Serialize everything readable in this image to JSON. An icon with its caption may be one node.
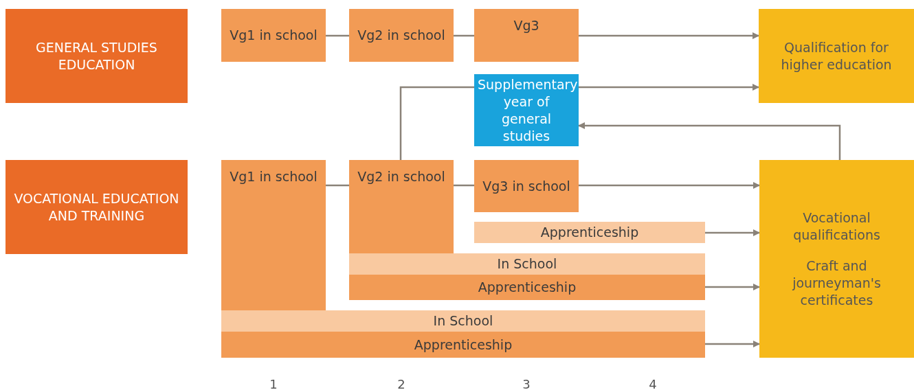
{
  "diagram": {
    "nodes": [
      {
        "text": [
          "GENERAL STUDIES EDUCATION"
        ]
      },
      {
        "text": [
          "VOCATIONAL EDUCATION AND TRAINING"
        ]
      },
      {
        "text": [
          "Vg1 in school"
        ]
      },
      {
        "text": [
          "Vg2 in school"
        ]
      },
      {
        "text": [
          "Vg3"
        ]
      },
      {
        "text": [
          "Qualification for higher education"
        ]
      },
      {
        "text": [
          "Supplementary year of general studies"
        ]
      },
      {
        "text": [
          "Vg1 in school"
        ]
      },
      {
        "text": [
          "Vg2 in school"
        ]
      },
      {
        "text": [
          "Vg3 in school"
        ]
      },
      {
        "text": [
          "Apprenticeship"
        ]
      },
      {
        "text": [
          "In School"
        ]
      },
      {
        "text": [
          "Apprenticeship"
        ]
      },
      {
        "text": [
          "In School"
        ]
      },
      {
        "text": [
          "Apprenticeship"
        ]
      },
      {
        "text": [
          "Vocational qualifications",
          "Craft and journeyman's certificates"
        ]
      }
    ],
    "edges": [
      {
        "from": 2,
        "to": 3,
        "arrow": "none"
      },
      {
        "from": 3,
        "to": 4,
        "arrow": "none"
      },
      {
        "from": 4,
        "to": 5,
        "arrow": "to"
      },
      {
        "from": 8,
        "to": 6,
        "arrow": "none"
      },
      {
        "from": 6,
        "to": 5,
        "arrow": "to"
      },
      {
        "from": 15,
        "to": 6,
        "arrow": "to"
      },
      {
        "from": 7,
        "to": 8,
        "arrow": "none"
      },
      {
        "from": 8,
        "to": 9,
        "arrow": "none"
      },
      {
        "from": 9,
        "to": 15,
        "arrow": "to"
      },
      {
        "from": 10,
        "to": 15,
        "arrow": "to"
      },
      {
        "from": 12,
        "to": 15,
        "arrow": "to"
      },
      {
        "from": 14,
        "to": 15,
        "arrow": "to"
      }
    ],
    "labels": [
      "1",
      "2",
      "3",
      "4"
    ]
  }
}
